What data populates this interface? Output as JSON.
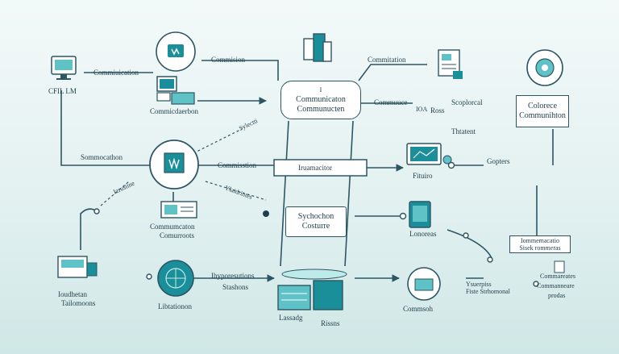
{
  "central_box": {
    "marker": "I",
    "line1": "Communicaton",
    "line2": "Communucten"
  },
  "top_right_box": {
    "line1": "Colorece",
    "line2": "Communihton"
  },
  "middle_bar": {
    "label": "Iruamacitor"
  },
  "sync_box": {
    "line1": "Sychochon",
    "line2": "Costurre"
  },
  "alert_box": {
    "line1": "Iommemacatio",
    "line2": "Sisek rommeras"
  },
  "labels": {
    "left_monitor": "CFIL LM",
    "top_left_arrow": "Commiuication",
    "top_center": "Commision",
    "top_right": "Commitation",
    "laptop_caption": "Commicdaerbon",
    "diagonal_top": "Sylectti",
    "mid_left": "Sommocathon",
    "hub_arrow": "Commisstion",
    "commuce": "Commuuce",
    "number_box": "IOA",
    "numeral_left": "1",
    "ross": "Ross",
    "scoperal": "Scoplorcal",
    "thatent": "Thtatent",
    "gopters": "Gopters",
    "fiturne": "Fituiro",
    "diagonal_left": "Izrusiine",
    "diagonal_right": "Ylaidrintes",
    "card_line1": "Commumcaton",
    "card_line2": "Comurroots",
    "lonoreas": "Lonoreas",
    "bottom_left_1": "Ioudhetan",
    "bottom_left_2": "Tailomoons",
    "hyper_1": "Ihyporesutions",
    "hyper_2": "Stashons",
    "libtation": "Libtationon",
    "lassadg": "Lassadg",
    "rissrs": "Rissns",
    "commsion": "Commsoh",
    "small_note_1": "Ysuerpiss",
    "small_note_2": "Fiste Strhomonal",
    "right_stack_1": "Commareates",
    "right_stack_2": "Commanneare",
    "right_stack_3": "prodas"
  },
  "colors": {
    "ink": "#1f3d4a",
    "teal": "#1a8f99",
    "teal_light": "#5fc2c7",
    "line": "#2d5664"
  }
}
